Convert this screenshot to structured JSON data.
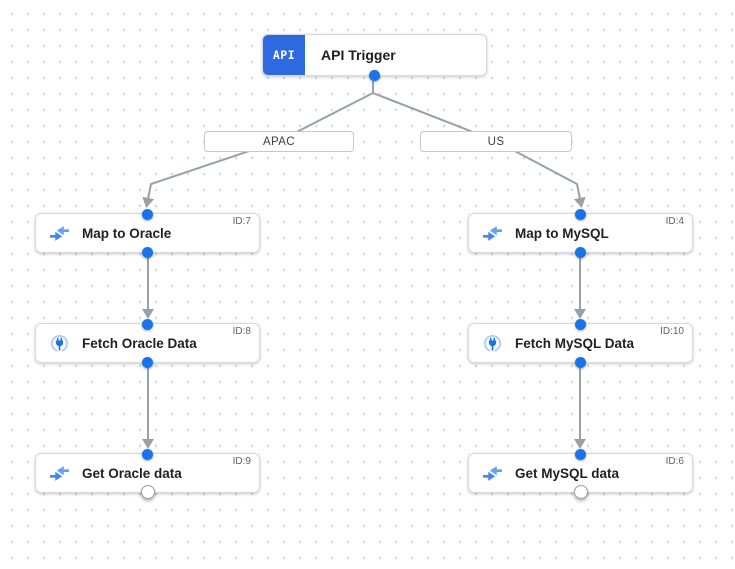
{
  "trigger": {
    "badge": "API",
    "title": "API Trigger"
  },
  "branches": [
    {
      "label": "APAC"
    },
    {
      "label": "US"
    }
  ],
  "nodes": [
    {
      "title": "Map to Oracle",
      "id_label": "ID:7",
      "icon": "data-mapping-icon"
    },
    {
      "title": "Fetch Oracle Data",
      "id_label": "ID:8",
      "icon": "connector-icon"
    },
    {
      "title": "Get Oracle data",
      "id_label": "ID:9",
      "icon": "data-mapping-icon"
    },
    {
      "title": "Map to MySQL",
      "id_label": "ID:4",
      "icon": "data-mapping-icon"
    },
    {
      "title": "Fetch MySQL Data",
      "id_label": "ID:10",
      "icon": "connector-icon"
    },
    {
      "title": "Get MySQL data",
      "id_label": "ID:6",
      "icon": "data-mapping-icon"
    }
  ],
  "colors": {
    "trigger_badge_blue": "#2e69e2",
    "connection_dot_blue": "#1a73e8",
    "edge_gray": "#9aa0a6",
    "mapping_icon_blue": "#4285f4",
    "mapping_icon_light_blue": "#669df6",
    "connector_ring_blue": "#aecbfa",
    "grid_dot_gray": "#d6d8da"
  }
}
